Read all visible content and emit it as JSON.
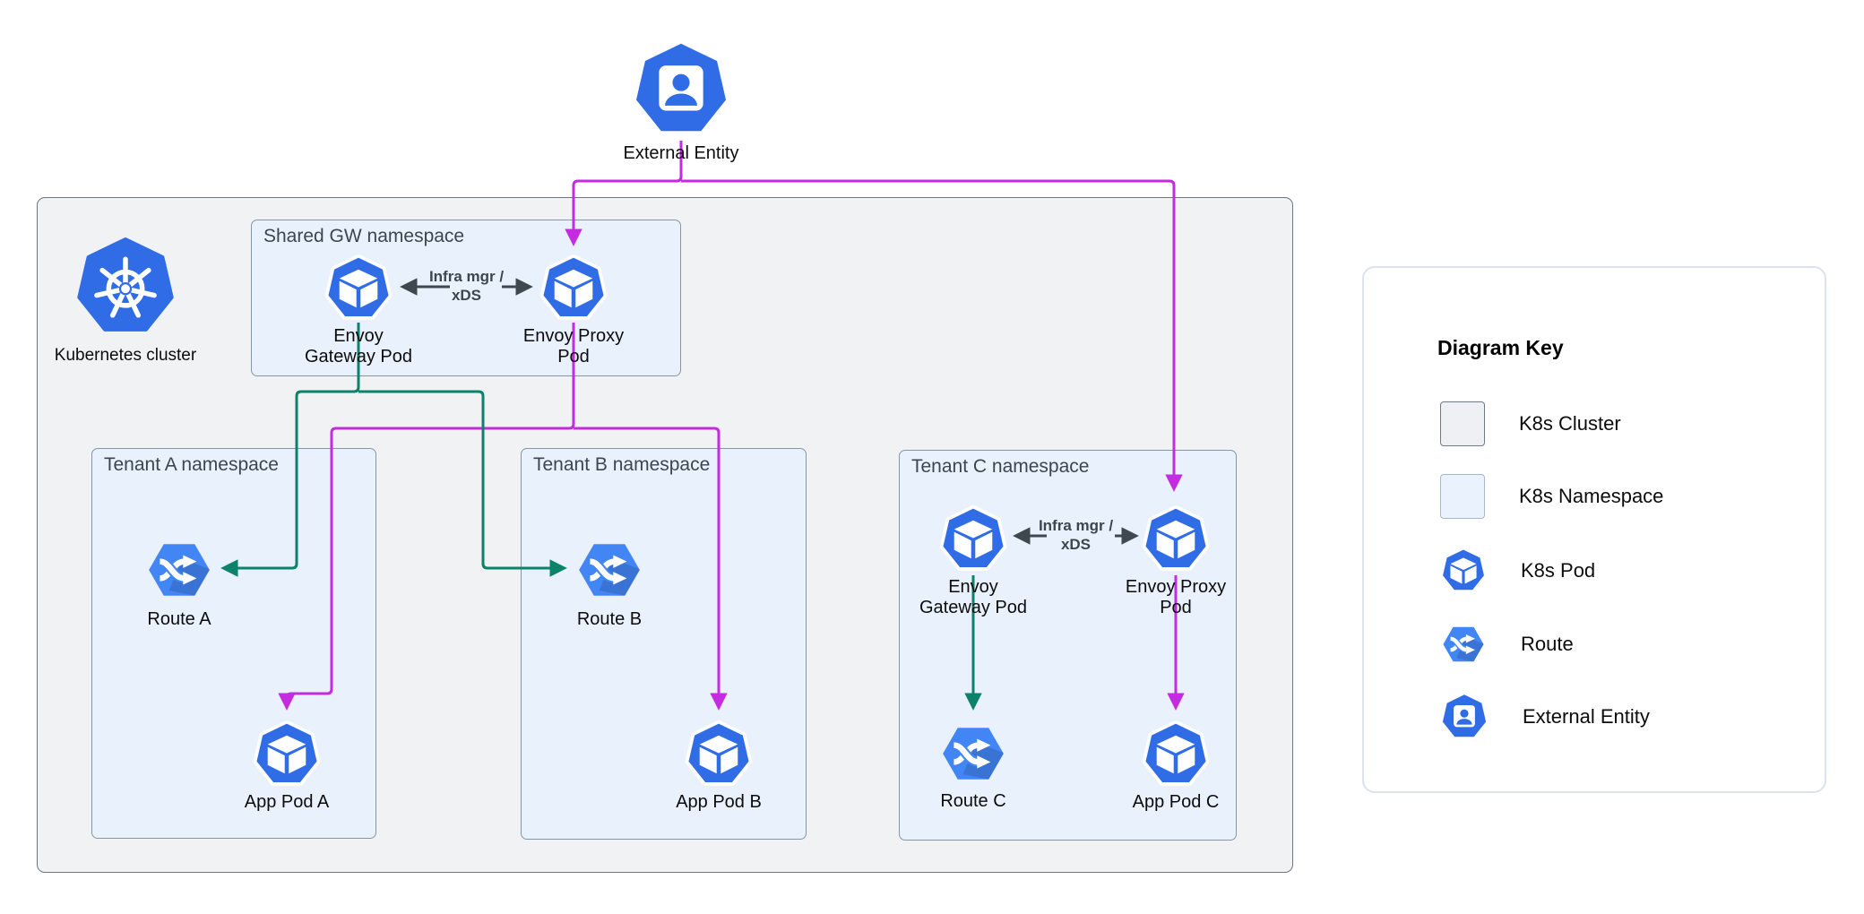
{
  "external_entity": {
    "label": "External Entity"
  },
  "cluster": {
    "label": "Kubernetes cluster"
  },
  "shared_namespace": {
    "title": "Shared GW namespace",
    "gateway_pod": {
      "line1": "Envoy",
      "line2": "Gateway Pod"
    },
    "proxy_pod": {
      "line1": "Envoy Proxy",
      "line2": "Pod"
    },
    "xds_label": {
      "line1": "Infra mgr /",
      "line2": "xDS"
    }
  },
  "tenant_a": {
    "title": "Tenant A namespace",
    "route": "Route A",
    "app_pod": "App Pod A"
  },
  "tenant_b": {
    "title": "Tenant B namespace",
    "route": "Route B",
    "app_pod": "App Pod B"
  },
  "tenant_c": {
    "title": "Tenant C namespace",
    "gateway_pod": {
      "line1": "Envoy",
      "line2": "Gateway Pod"
    },
    "proxy_pod": {
      "line1": "Envoy Proxy",
      "line2": "Pod"
    },
    "xds_label": {
      "line1": "Infra mgr /",
      "line2": "xDS"
    },
    "route": "Route C",
    "app_pod": "App Pod C"
  },
  "legend": {
    "title": "Diagram Key",
    "items": [
      {
        "icon": "k8s-cluster-swatch",
        "label": "K8s Cluster"
      },
      {
        "icon": "k8s-namespace-swatch",
        "label": "K8s Namespace"
      },
      {
        "icon": "k8s-pod-icon",
        "label": "K8s Pod"
      },
      {
        "icon": "route-icon",
        "label": "Route"
      },
      {
        "icon": "external-entity-icon",
        "label": "External Entity"
      }
    ]
  },
  "colors": {
    "pod_blue": "#2f6ce5",
    "route_blue": "#4285f4",
    "external_flow_magenta": "#c52be0",
    "route_flow_teal": "#0b8269",
    "xds_arrow_dark": "#3f484e",
    "cluster_fill": "#f0f2f4",
    "namespace_fill": "#e9f1fc"
  }
}
